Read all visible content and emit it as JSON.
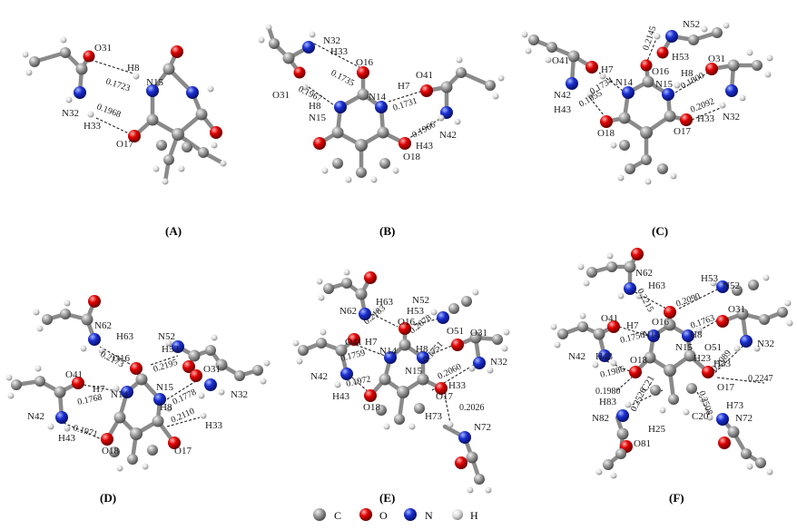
{
  "panels": [
    {
      "id": "A",
      "caption": "(A)",
      "atom_labels": [
        "O31",
        "H8",
        "N15",
        "N32",
        "H33",
        "O17"
      ],
      "distances": [
        "0.1723",
        "0.1968"
      ]
    },
    {
      "id": "B",
      "caption": "(B)",
      "atom_labels": [
        "N32",
        "H33",
        "O16",
        "O31",
        "H8",
        "N15",
        "N14",
        "H7",
        "O41",
        "N42",
        "H43",
        "O18"
      ],
      "distances": [
        "0.1735",
        "0.1967",
        "0.1731",
        "0.1966"
      ]
    },
    {
      "id": "C",
      "caption": "(C)",
      "atom_labels": [
        "N52",
        "H53",
        "O41",
        "H7",
        "N14",
        "O16",
        "H8",
        "N15",
        "O31",
        "N42",
        "H43",
        "O18",
        "O17",
        "H33",
        "N32"
      ],
      "distances": [
        "0.2145",
        "0.1734",
        "0.1955",
        "0.1800",
        "0.2092"
      ]
    },
    {
      "id": "D",
      "caption": "(D)",
      "atom_labels": [
        "N62",
        "H63",
        "N52",
        "H53",
        "O16",
        "O41",
        "H7",
        "N14",
        "N15",
        "O31",
        "H8",
        "N32",
        "N42",
        "H43",
        "O18",
        "O17",
        "H33"
      ],
      "distances": [
        "0.2173",
        "0.2195",
        "0.1768",
        "0.1778",
        "0.2110",
        "0.1971"
      ]
    },
    {
      "id": "E",
      "caption": "(E)",
      "atom_labels": [
        "H63",
        "N52",
        "N62",
        "H53",
        "O16",
        "O51",
        "O31",
        "O41",
        "H7",
        "N14",
        "H8",
        "N15",
        "N42",
        "H43",
        "O18",
        "N32",
        "H33",
        "O17",
        "H73",
        "N72"
      ],
      "distances": [
        "0.2183",
        "0.2078",
        "0.1759",
        "0.1751",
        "0.1972",
        "0.2060",
        "0.2026"
      ]
    },
    {
      "id": "F",
      "caption": "(F)",
      "atom_labels": [
        "N62",
        "H63",
        "H53",
        "N52",
        "O41",
        "H7",
        "O16",
        "N14",
        "H8",
        "O31",
        "N15",
        "O51",
        "N32",
        "N42",
        "H43",
        "O18",
        "H23",
        "H33",
        "O17",
        "H83",
        "C21",
        "C20",
        "H73",
        "N82",
        "N72",
        "H25",
        "O81"
      ],
      "distances": [
        "0.2215",
        "0.2090",
        "0.1763",
        "0.1750",
        "0.1986",
        "0.2089",
        "0.2247",
        "0.1980",
        "0.2526",
        "0.2508"
      ]
    }
  ],
  "legend": [
    {
      "symbol": "C",
      "label": "C",
      "color": "#7a7a7a"
    },
    {
      "symbol": "O",
      "label": "O",
      "color": "#d40000"
    },
    {
      "symbol": "N",
      "label": "N",
      "color": "#1a2fd0"
    },
    {
      "symbol": "H",
      "label": "H",
      "color": "#d9d9d9"
    }
  ]
}
